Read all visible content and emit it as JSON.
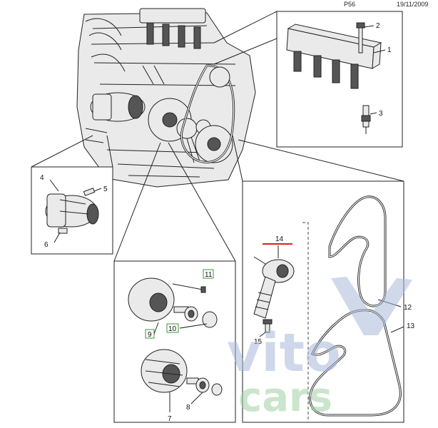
{
  "header": {
    "page_code": "P56",
    "date": "19/11/2009"
  },
  "callouts": {
    "c1": "1",
    "c2": "2",
    "c3": "3",
    "c4": "4",
    "c5": "5",
    "c6": "6",
    "c7": "7",
    "c8": "8",
    "c9": "9",
    "c10": "10",
    "c11": "11",
    "c12": "12",
    "c13": "13",
    "c14": "14",
    "c15": "15"
  },
  "watermark": {
    "line1": "vito",
    "line2": "cars"
  },
  "colors": {
    "highlight_red": "#d62020",
    "badge_green": "#3a9a3a",
    "watermark_blue": "#a9b9d9",
    "watermark_green": "#9fd0a3"
  }
}
